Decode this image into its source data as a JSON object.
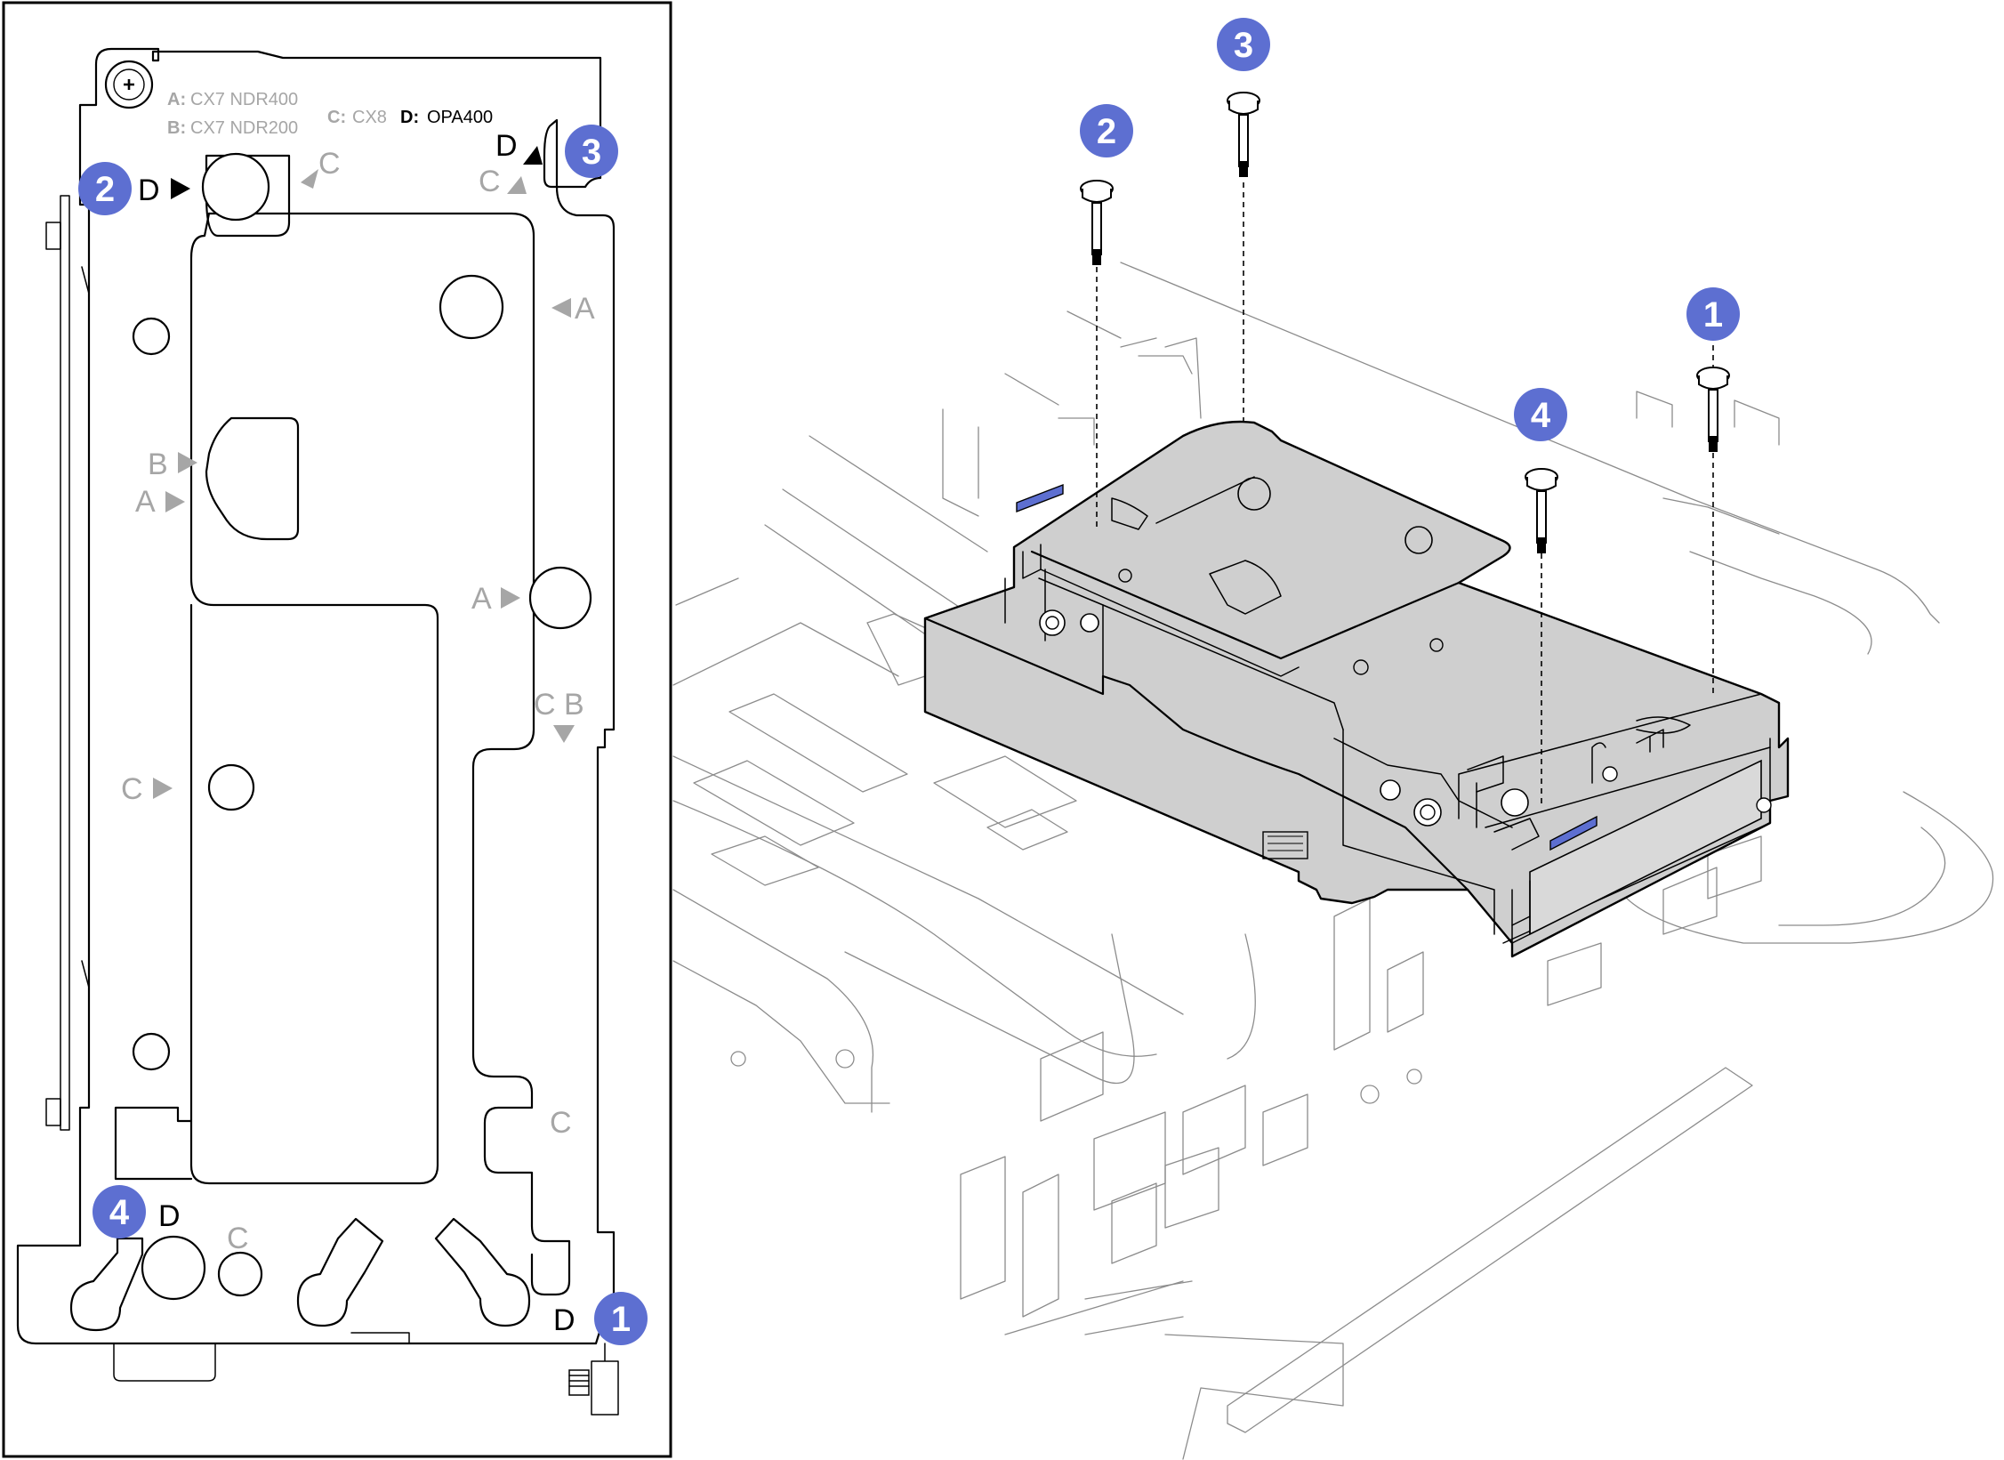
{
  "accent_color": "#5d6fd1",
  "legend": {
    "a_key": "A:",
    "a_value": "CX7 NDR400",
    "b_key": "B:",
    "b_value": "CX7 NDR200",
    "c_key": "C:",
    "c_value": "CX8",
    "d_key": "D:",
    "d_value": "OPA400"
  },
  "inset_callouts": [
    "1",
    "2",
    "3",
    "4"
  ],
  "main_callouts": [
    "1",
    "2",
    "3",
    "4"
  ],
  "position_labels": {
    "d_top_left": "D",
    "c_top_left": "C",
    "d_top_right": "D",
    "c_top_right": "C",
    "a_right_upper": "A",
    "b_left": "B",
    "a_left": "A",
    "a_right_middle": "A",
    "cb_right": "C B",
    "c_left_middle": "C",
    "c_right_lower": "C",
    "d_bottom_left": "D",
    "c_bottom": "C",
    "d_bottom_right": "D"
  }
}
